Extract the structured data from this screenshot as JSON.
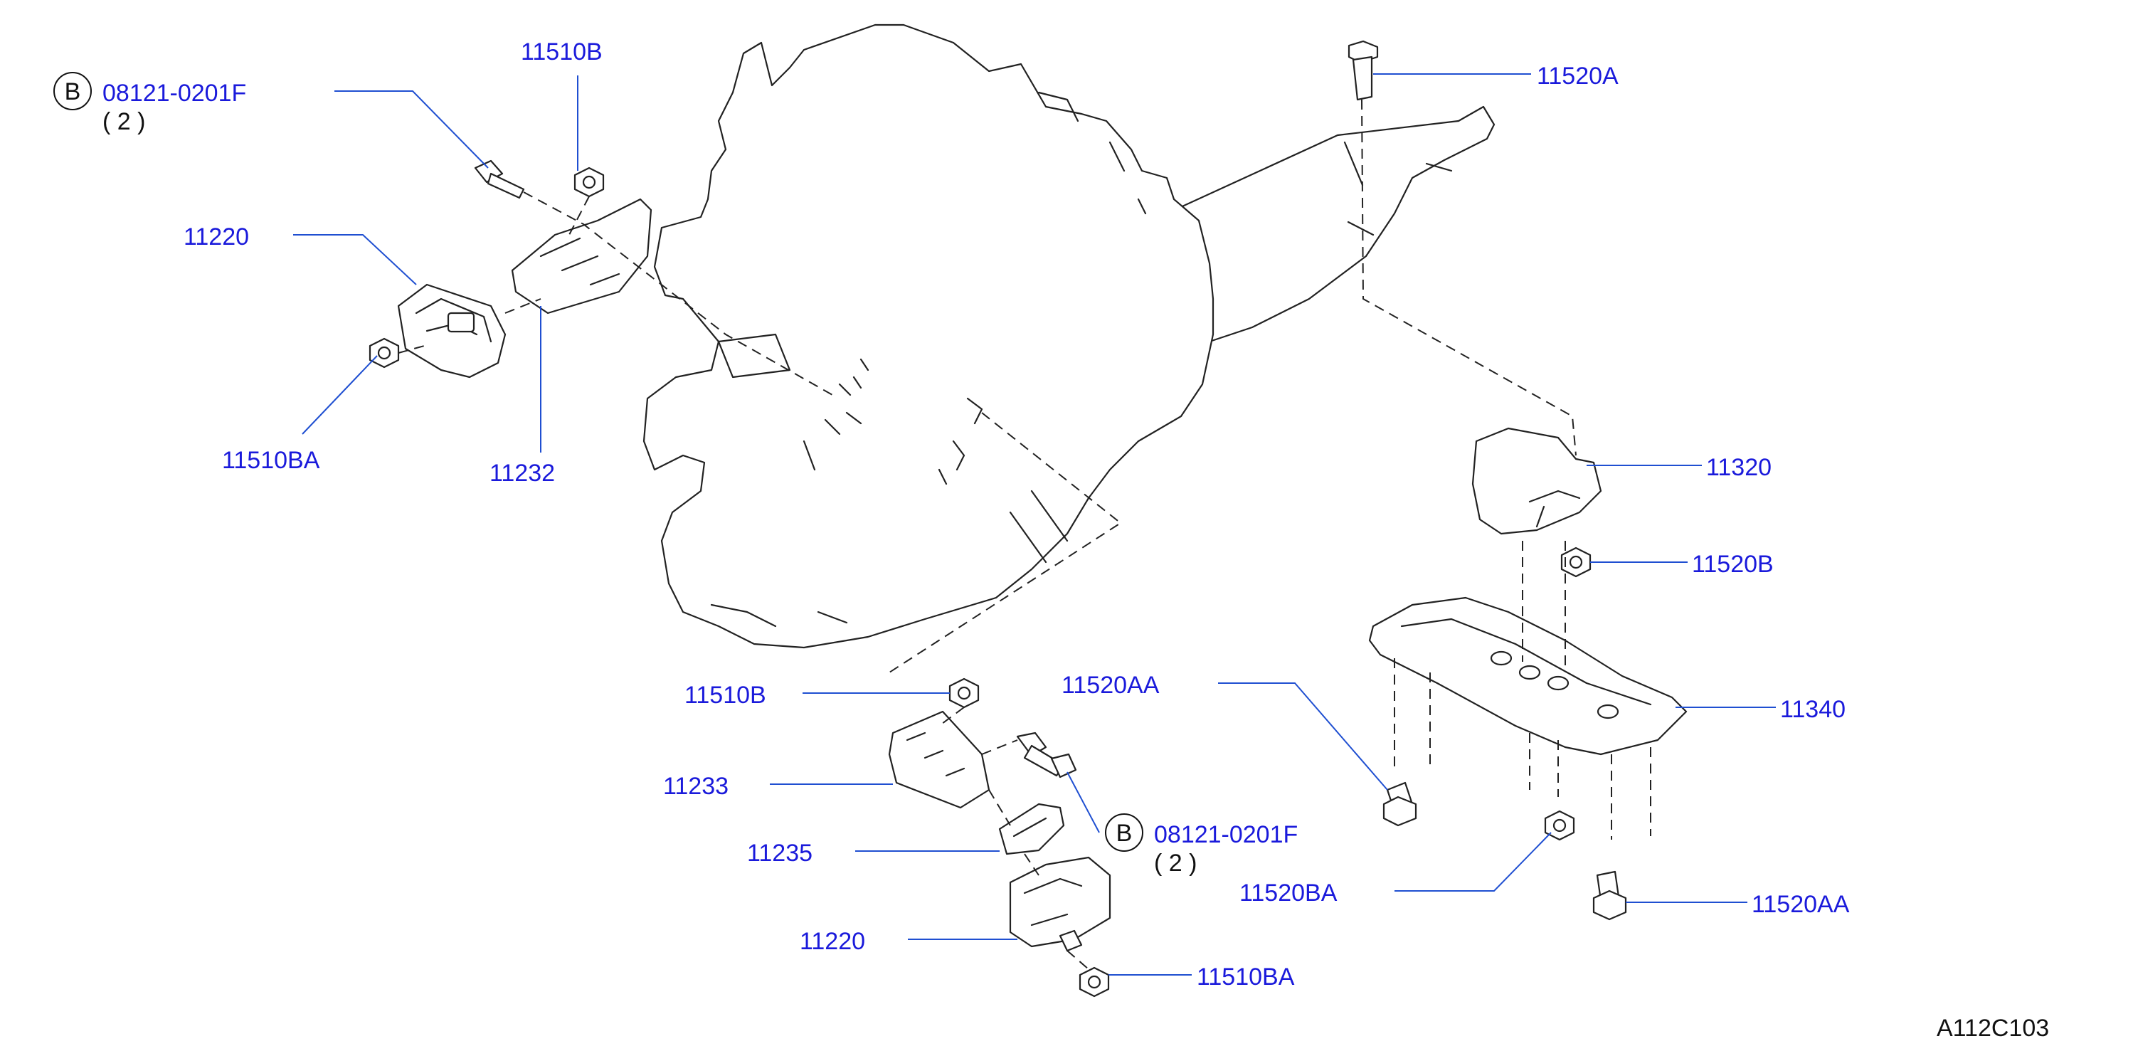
{
  "diagram": {
    "callouts": [
      {
        "id": "c1",
        "label": "08121-0201F",
        "qty": "( 2 )",
        "badge": "B"
      },
      {
        "id": "c2",
        "label": "11510B"
      },
      {
        "id": "c3",
        "label": "11220"
      },
      {
        "id": "c4",
        "label": "11510BA"
      },
      {
        "id": "c5",
        "label": "11232"
      },
      {
        "id": "c6",
        "label": "11520A"
      },
      {
        "id": "c7",
        "label": "11320"
      },
      {
        "id": "c8",
        "label": "11520B"
      },
      {
        "id": "c9",
        "label": "11520AA"
      },
      {
        "id": "c10",
        "label": "11340"
      },
      {
        "id": "c11",
        "label": "11510B"
      },
      {
        "id": "c12",
        "label": "11233"
      },
      {
        "id": "c13",
        "label": "08121-0201F",
        "qty": "( 2 )",
        "badge": "B"
      },
      {
        "id": "c14",
        "label": "11235"
      },
      {
        "id": "c15",
        "label": "11520BA"
      },
      {
        "id": "c16",
        "label": "11520AA"
      },
      {
        "id": "c17",
        "label": "11220"
      },
      {
        "id": "c18",
        "label": "11510BA"
      }
    ],
    "drawing_code": "A112C103",
    "colors": {
      "label": "#1a1adb",
      "line": "#222222",
      "leader": "#1f4fd1"
    }
  }
}
